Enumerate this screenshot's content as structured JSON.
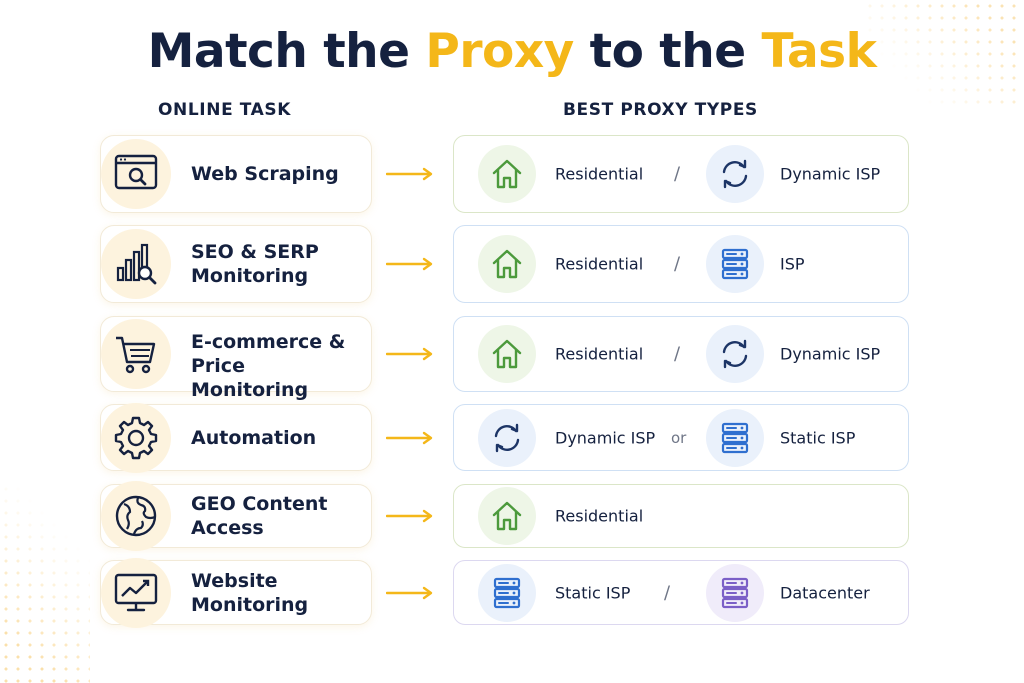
{
  "title": {
    "part1": "Match the",
    "part2": "Proxy",
    "part3": "to the",
    "part4": "Task"
  },
  "headers": {
    "left": "ONLINE TASK",
    "right": "BEST PROXY TYPES"
  },
  "colors": {
    "accent": "#f4b719",
    "navy": "#15213f",
    "green": "#4c9a3c",
    "blue": "#2f6fcf",
    "purple": "#7b5fc7"
  },
  "rows": [
    {
      "task": "Web Scraping",
      "task_icon": "browser-search-icon",
      "proxy1": "Residential",
      "icon1": "home-icon",
      "separator": "/",
      "proxy2": "Dynamic ISP",
      "icon2": "refresh-icon"
    },
    {
      "task": "SEO & SERP\nMonitoring",
      "task_icon": "bar-chart-search-icon",
      "proxy1": "Residential",
      "icon1": "home-icon",
      "separator": "/",
      "proxy2": "ISP",
      "icon2": "server-icon"
    },
    {
      "task": "E-commerce &\nPrice Monitoring",
      "task_icon": "shopping-cart-icon",
      "proxy1": "Residential",
      "icon1": "home-icon",
      "separator": "/",
      "proxy2": "Dynamic ISP",
      "icon2": "refresh-icon"
    },
    {
      "task": "Automation",
      "task_icon": "gear-icon",
      "proxy1": "Dynamic ISP",
      "icon1": "refresh-icon",
      "separator": "or",
      "proxy2": "Static ISP",
      "icon2": "server-icon"
    },
    {
      "task": "GEO Content\nAccess",
      "task_icon": "globe-icon",
      "proxy1": "Residential",
      "icon1": "home-icon"
    },
    {
      "task": "Website\nMonitoring",
      "task_icon": "monitor-chart-icon",
      "proxy1": "Static ISP",
      "icon1": "server-icon",
      "separator": "/",
      "proxy2": "Datacenter",
      "icon2": "datacenter-server-icon"
    }
  ]
}
